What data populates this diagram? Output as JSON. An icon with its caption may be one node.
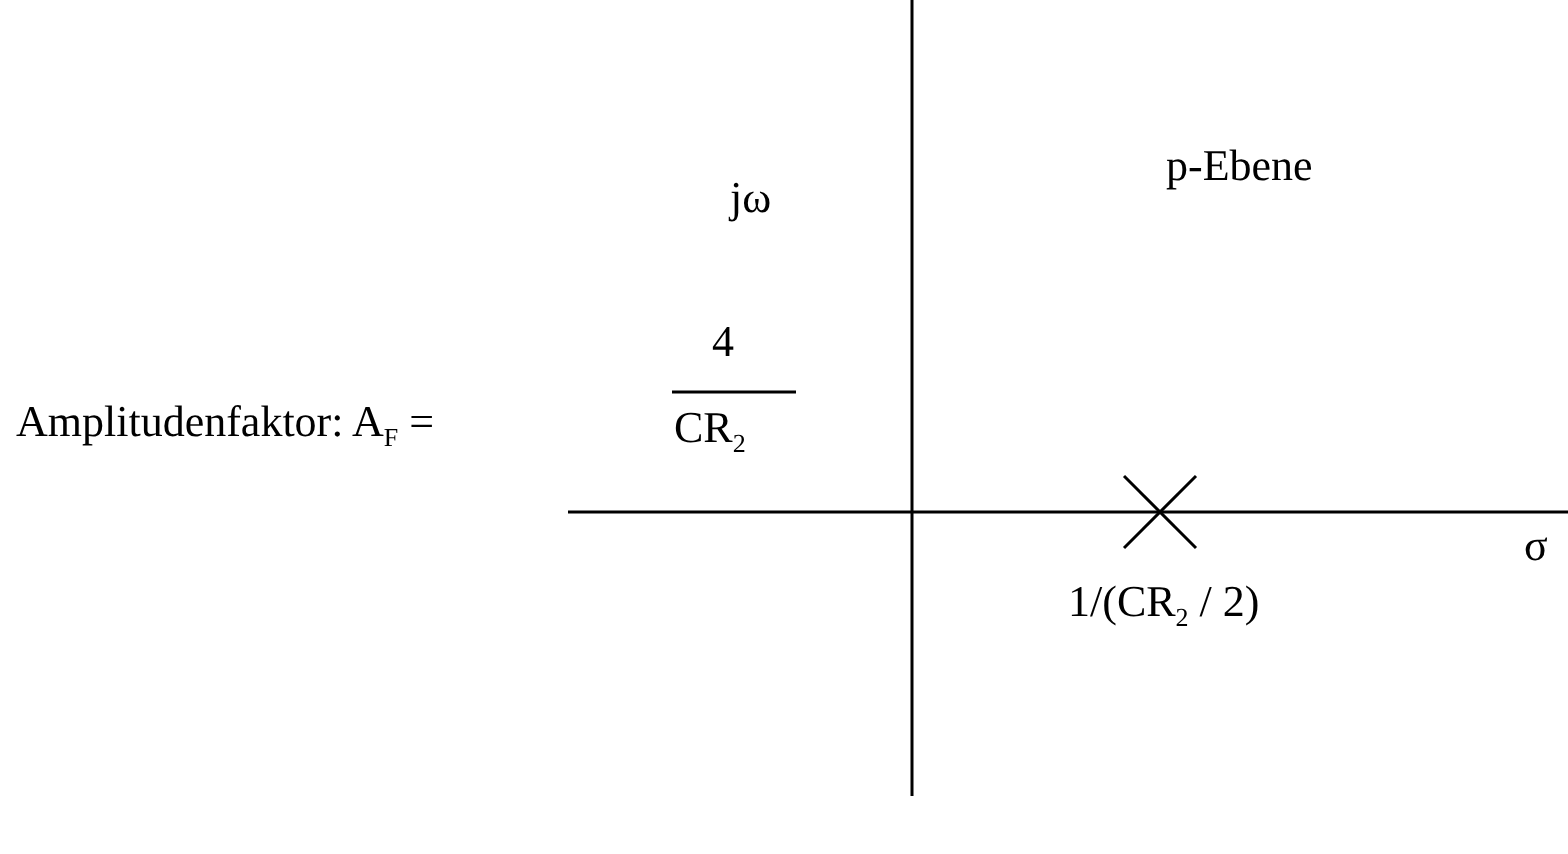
{
  "diagram": {
    "labels": [
      "jω",
      "p-Ebene",
      "Amplitudenfaktor: A$_{F}$ =",
      "4",
      "CR$_{2}$",
      "σ",
      "1/(CR$_{2}$ / 2)"
    ]
  }
}
